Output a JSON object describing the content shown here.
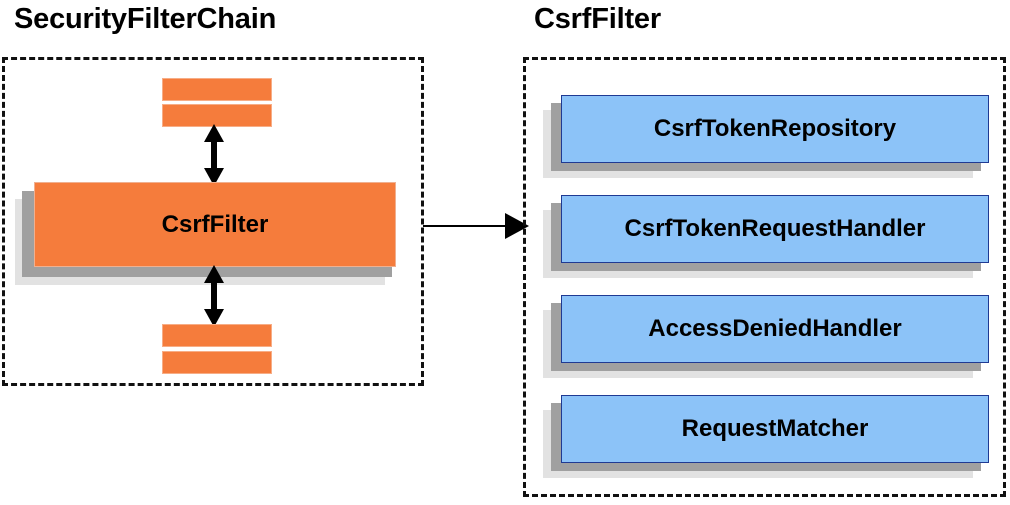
{
  "diagram": {
    "title_left": "SecurityFilterChain",
    "title_right": "CsrfFilter",
    "colors": {
      "orange_fill": "#f57c3c",
      "orange_border": "#f0b090",
      "blue_fill": "#8cc3f8",
      "blue_border": "#1f3a93",
      "shadow_mid": "#a0a0a0",
      "shadow_back": "#e2e2e2",
      "dash_border": "#111111",
      "arrow": "#000000"
    }
  },
  "left_panel": {
    "title": "SecurityFilterChain",
    "filter_box": {
      "label": "CsrfFilter"
    },
    "top_bars": [
      {
        "label": ""
      },
      {
        "label": ""
      }
    ],
    "bottom_bars": [
      {
        "label": ""
      },
      {
        "label": ""
      }
    ],
    "arrows": [
      {
        "name": "double-arrow-top",
        "direction": "vertical-both"
      },
      {
        "name": "double-arrow-bottom",
        "direction": "vertical-both"
      }
    ]
  },
  "right_panel": {
    "title": "CsrfFilter",
    "components": [
      {
        "label": "CsrfTokenRepository"
      },
      {
        "label": "CsrfTokenRequestHandler"
      },
      {
        "label": "AccessDeniedHandler"
      },
      {
        "label": "RequestMatcher"
      }
    ]
  },
  "connector": {
    "name": "csrffilter-to-collaborators-arrow",
    "direction": "right"
  }
}
